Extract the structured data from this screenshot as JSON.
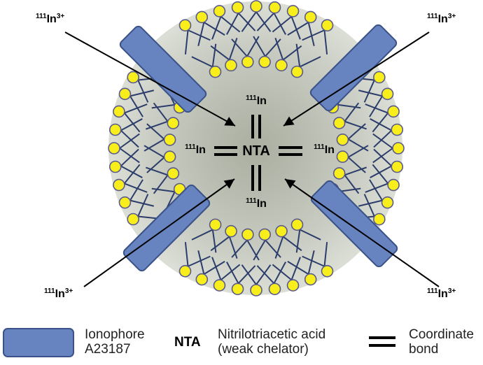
{
  "ion_labels": [
    {
      "mass": "111",
      "symbol": "In",
      "charge": "3+"
    },
    {
      "mass": "111",
      "symbol": "In",
      "charge": "3+"
    },
    {
      "mass": "111",
      "symbol": "In",
      "charge": "3+"
    },
    {
      "mass": "111",
      "symbol": "In",
      "charge": "3+"
    }
  ],
  "center": {
    "label": "NTA",
    "bound": [
      {
        "mass": "111",
        "symbol": "In"
      },
      {
        "mass": "111",
        "symbol": "In"
      },
      {
        "mass": "111",
        "symbol": "In"
      },
      {
        "mass": "111",
        "symbol": "In"
      }
    ]
  },
  "legend": {
    "ionophore_label": "Ionophore\nA23187",
    "nta_abbrev": "NTA",
    "nta_label": "Nitrilotriacetic acid\n(weak chelator)",
    "bond_label": "Coordinate\nbond"
  },
  "colors": {
    "lipid_head": "#f7ee1c",
    "lipid_head_stroke": "#5a5a8c",
    "lipid_tail": "#2c3d6b",
    "ionophore_fill": "#6784c0",
    "ionophore_stroke": "#3a5288",
    "core_center": "#a9aea0",
    "core_edge": "#d9dcd3"
  }
}
